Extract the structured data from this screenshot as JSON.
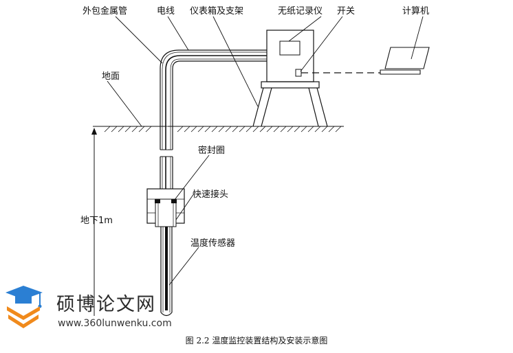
{
  "labels": {
    "outer_pipe": "外包金属管",
    "wire": "电线",
    "box_stand": "仪表箱及支架",
    "recorder": "无纸记录仪",
    "switch": "开关",
    "computer": "计算机",
    "ground": "地面",
    "seal": "密封圈",
    "quick_connector": "快速接头",
    "depth": "地下1m",
    "sensor": "温度传感器"
  },
  "caption": "图 2.2  温度监控装置结构及安装示意图",
  "watermark": {
    "name": "硕博论文网",
    "url": "www.360lunwenku.com"
  },
  "colors": {
    "line": "#111111",
    "logo_blue": "#2b7fd3",
    "logo_orange": "#f08a1c"
  }
}
